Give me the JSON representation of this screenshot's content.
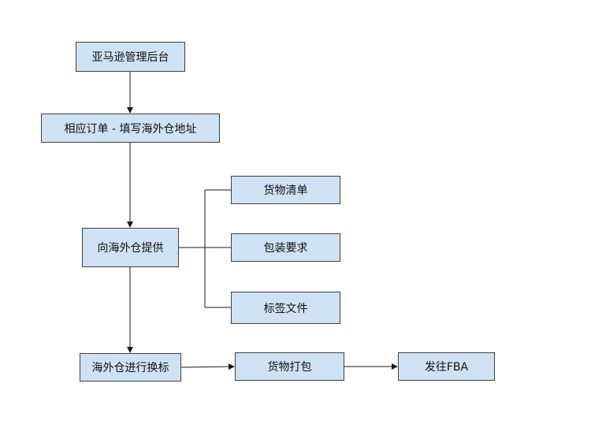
{
  "nodes": {
    "admin": "亚马逊管理后台",
    "order": "相应订单 - 填写海外仓地址",
    "provide": "向海外仓提供",
    "goods_list": "货物清单",
    "packaging": "包装要求",
    "label_files": "标签文件",
    "relabel": "海外仓进行换标",
    "packing": "货物打包",
    "ship": "发往FBA"
  },
  "colors": {
    "node_fill": "#cfe2f3",
    "node_border": "#3f3f3f",
    "edge": "#1a1a1a"
  }
}
